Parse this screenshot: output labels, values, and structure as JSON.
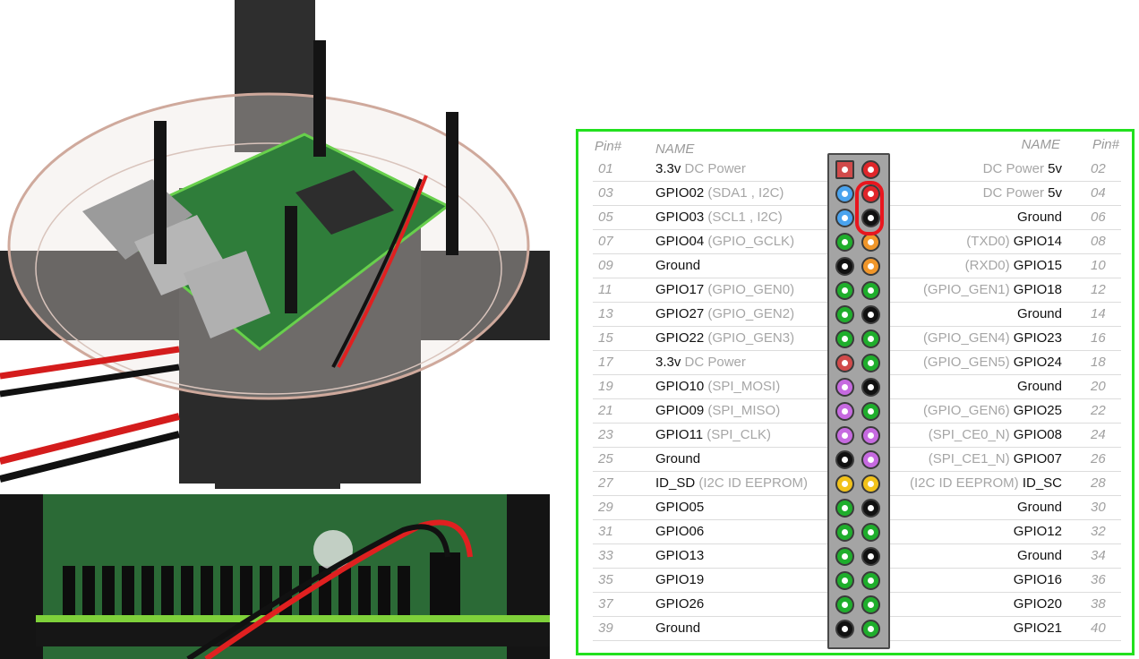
{
  "colors": {
    "panel_border": "#22e01e",
    "highlight": "#e8161e",
    "power33": "#d14a4a",
    "power5": "#e0262a",
    "ground": "#111111",
    "gpio": "#1fae2c",
    "i2c": "#4aa3ee",
    "uart": "#f0962a",
    "spi": "#c66ae0",
    "eeprom": "#f2c21a"
  },
  "headers": {
    "pin_left": "Pin#",
    "name_left": "NAME",
    "name_right": "NAME",
    "pin_right": "Pin#"
  },
  "rows": [
    {
      "lnum": "01",
      "lmain": "3.3v",
      "lsub": " DC Power",
      "lcolor": "power33",
      "lsquare": true,
      "rnum": "02",
      "rsub": "DC Power ",
      "rmain": "5v",
      "rcolor": "power5"
    },
    {
      "lnum": "03",
      "lmain": "GPIO02",
      "lsub": " (SDA1 , I2C)",
      "lcolor": "i2c",
      "rnum": "04",
      "rsub": "DC Power ",
      "rmain": "5v",
      "rcolor": "power5"
    },
    {
      "lnum": "05",
      "lmain": "GPIO03",
      "lsub": " (SCL1 , I2C)",
      "lcolor": "i2c",
      "rnum": "06",
      "rsub": "",
      "rmain": "Ground",
      "rcolor": "ground"
    },
    {
      "lnum": "07",
      "lmain": "GPIO04",
      "lsub": " (GPIO_GCLK)",
      "lcolor": "gpio",
      "rnum": "08",
      "rsub": "(TXD0) ",
      "rmain": "GPIO14",
      "rcolor": "uart"
    },
    {
      "lnum": "09",
      "lmain": "Ground",
      "lsub": "",
      "lcolor": "ground",
      "rnum": "10",
      "rsub": "(RXD0) ",
      "rmain": "GPIO15",
      "rcolor": "uart"
    },
    {
      "lnum": "11",
      "lmain": "GPIO17",
      "lsub": " (GPIO_GEN0)",
      "lcolor": "gpio",
      "rnum": "12",
      "rsub": "(GPIO_GEN1) ",
      "rmain": "GPIO18",
      "rcolor": "gpio"
    },
    {
      "lnum": "13",
      "lmain": "GPIO27",
      "lsub": " (GPIO_GEN2)",
      "lcolor": "gpio",
      "rnum": "14",
      "rsub": "",
      "rmain": "Ground",
      "rcolor": "ground"
    },
    {
      "lnum": "15",
      "lmain": "GPIO22",
      "lsub": " (GPIO_GEN3)",
      "lcolor": "gpio",
      "rnum": "16",
      "rsub": "(GPIO_GEN4) ",
      "rmain": "GPIO23",
      "rcolor": "gpio"
    },
    {
      "lnum": "17",
      "lmain": "3.3v",
      "lsub": " DC Power",
      "lcolor": "power33",
      "rnum": "18",
      "rsub": "(GPIO_GEN5) ",
      "rmain": "GPIO24",
      "rcolor": "gpio"
    },
    {
      "lnum": "19",
      "lmain": "GPIO10",
      "lsub": " (SPI_MOSI)",
      "lcolor": "spi",
      "rnum": "20",
      "rsub": "",
      "rmain": "Ground",
      "rcolor": "ground"
    },
    {
      "lnum": "21",
      "lmain": "GPIO09",
      "lsub": " (SPI_MISO)",
      "lcolor": "spi",
      "rnum": "22",
      "rsub": "(GPIO_GEN6) ",
      "rmain": "GPIO25",
      "rcolor": "gpio"
    },
    {
      "lnum": "23",
      "lmain": "GPIO11",
      "lsub": " (SPI_CLK)",
      "lcolor": "spi",
      "rnum": "24",
      "rsub": "(SPI_CE0_N) ",
      "rmain": "GPIO08",
      "rcolor": "spi"
    },
    {
      "lnum": "25",
      "lmain": "Ground",
      "lsub": "",
      "lcolor": "ground",
      "rnum": "26",
      "rsub": "(SPI_CE1_N) ",
      "rmain": "GPIO07",
      "rcolor": "spi"
    },
    {
      "lnum": "27",
      "lmain": "ID_SD",
      "lsub": " (I2C ID EEPROM)",
      "lcolor": "eeprom",
      "rnum": "28",
      "rsub": "(I2C ID EEPROM) ",
      "rmain": "ID_SC",
      "rcolor": "eeprom"
    },
    {
      "lnum": "29",
      "lmain": "GPIO05",
      "lsub": "",
      "lcolor": "gpio",
      "rnum": "30",
      "rsub": "",
      "rmain": "Ground",
      "rcolor": "ground"
    },
    {
      "lnum": "31",
      "lmain": "GPIO06",
      "lsub": "",
      "lcolor": "gpio",
      "rnum": "32",
      "rsub": "",
      "rmain": "GPIO12",
      "rcolor": "gpio"
    },
    {
      "lnum": "33",
      "lmain": "GPIO13",
      "lsub": "",
      "lcolor": "gpio",
      "rnum": "34",
      "rsub": "",
      "rmain": "Ground",
      "rcolor": "ground"
    },
    {
      "lnum": "35",
      "lmain": "GPIO19",
      "lsub": "",
      "lcolor": "gpio",
      "rnum": "36",
      "rsub": "",
      "rmain": "GPIO16",
      "rcolor": "gpio"
    },
    {
      "lnum": "37",
      "lmain": "GPIO26",
      "lsub": "",
      "lcolor": "gpio",
      "rnum": "38",
      "rsub": "",
      "rmain": "GPIO20",
      "rcolor": "gpio"
    },
    {
      "lnum": "39",
      "lmain": "Ground",
      "lsub": "",
      "lcolor": "ground",
      "rnum": "40",
      "rsub": "",
      "rmain": "GPIO21",
      "rcolor": "gpio"
    }
  ],
  "highlighted_pins": [
    "04",
    "06"
  ]
}
